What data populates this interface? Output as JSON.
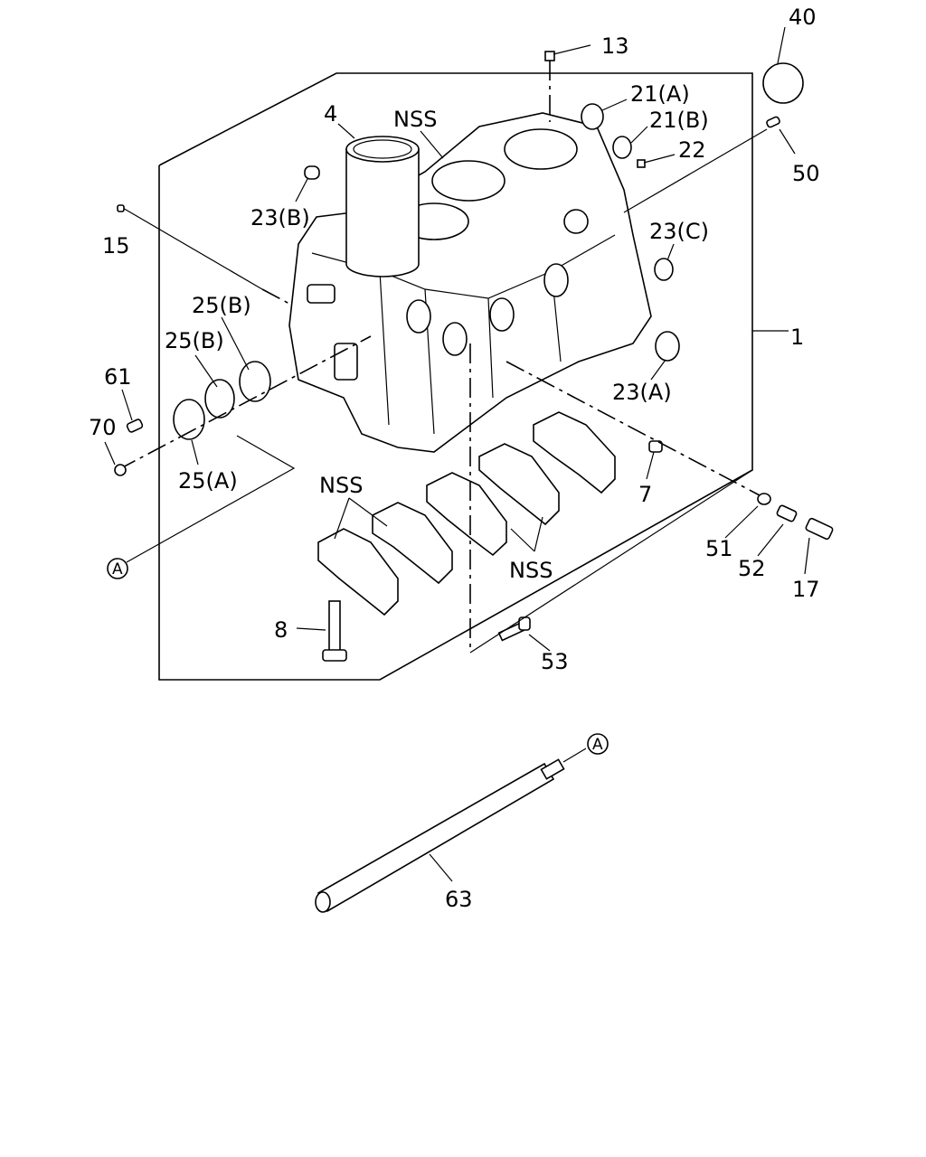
{
  "labels": {
    "l1": "1",
    "l4": "4",
    "l7": "7",
    "l8": "8",
    "l13": "13",
    "l15": "15",
    "l17": "17",
    "l21a": "21(A)",
    "l21b": "21(B)",
    "l22": "22",
    "l23a": "23(A)",
    "l23b": "23(B)",
    "l23c": "23(C)",
    "l25a": "25(A)",
    "l25b1": "25(B)",
    "l25b2": "25(B)",
    "l40": "40",
    "l50": "50",
    "l51": "51",
    "l52": "52",
    "l53": "53",
    "l61": "61",
    "l63": "63",
    "l70": "70",
    "nss1": "NSS",
    "nss2": "NSS",
    "nss3": "NSS",
    "refA1": "A",
    "refA2": "A"
  }
}
